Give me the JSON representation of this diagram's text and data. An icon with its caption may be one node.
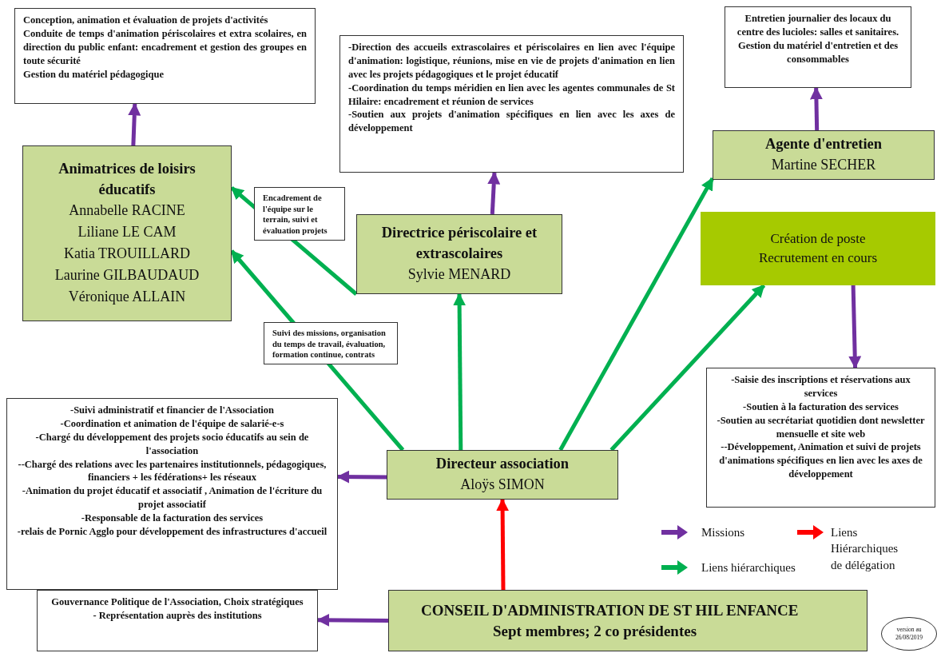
{
  "diagram": {
    "nodes": [
      {
        "text": [
          "Conception, animation et évaluation de projets d'activités",
          "Conduite de temps d'animation périscolaires et extra scolaires, en direction du public enfant: encadrement et gestion des groupes en toute sécurité",
          "Gestion du matériel pédagogique"
        ]
      },
      {
        "text": [
          "Animatrices de loisirs éducatifs",
          "Annabelle RACINE",
          "Liliane LE CAM",
          "Katia TROUILLARD",
          "Laurine GILBAUDAUD",
          "Véronique ALLAIN"
        ]
      },
      {
        "text": [
          "-Direction des accueils extrascolaires et périscolaires en lien avec l'équipe d'animation: logistique, réunions, mise en vie de projets d'animation en lien avec les projets pédagogiques et le projet éducatif",
          "-Coordination du temps méridien en lien avec les agentes communales de St Hilaire: encadrement et réunion de services",
          "-Soutien aux projets d'animation spécifiques en lien avec les axes de développement"
        ]
      },
      {
        "text": [
          "Directrice périscolaire et extrascolaires",
          "Sylvie MENARD"
        ]
      },
      {
        "text": [
          "Entretien journalier des locaux du centre des lucioles: salles et sanitaires. Gestion du matériel d'entretien et des consommables"
        ]
      },
      {
        "text": [
          "Agente d'entretien",
          "Martine SECHER"
        ]
      },
      {
        "text": [
          "Création de poste",
          "Recrutement en cours"
        ]
      },
      {
        "text": [
          "-Saisie des inscriptions et réservations aux services",
          "-Soutien à la facturation des services",
          "-Soutien au secrétariat quotidien dont newsletter mensuelle et site web",
          "--Développement, Animation et suivi de projets d'animations spécifiques en lien avec les axes de développement"
        ]
      },
      {
        "text": [
          "Directeur association",
          "Aloÿs SIMON"
        ]
      },
      {
        "text": [
          "-Suivi administratif et financier de l'Association",
          "-Coordination et animation de l'équipe de salarié-e-s",
          "-Chargé du développement des projets socio éducatifs au sein de l'association",
          "--Chargé des relations avec les partenaires institutionnels, pédagogiques, financiers + les fédérations+ les réseaux",
          "-Animation du projet éducatif et associatif , Animation de l'écriture du projet associatif",
          "-Responsable de la facturation des services",
          "-relais de Pornic Agglo pour développement des infrastructures d'accueil"
        ]
      },
      {
        "text": [
          "CONSEIL D'ADMINISTRATION DE ST HIL ENFANCE",
          "Sept membres; 2 co présidentes"
        ]
      },
      {
        "text": [
          "Gouvernance Politique de l'Association, Choix stratégiques",
          "- Représentation auprès des institutions"
        ]
      },
      {
        "text": [
          "version au 26/08/2019"
        ]
      }
    ],
    "edges": [
      {
        "from": 1,
        "to": 0,
        "arrow": "to"
      },
      {
        "from": 3,
        "to": 2,
        "arrow": "to"
      },
      {
        "from": 5,
        "to": 4,
        "arrow": "to"
      },
      {
        "from": 6,
        "to": 7,
        "arrow": "to"
      },
      {
        "from": 8,
        "to": 9,
        "arrow": "to"
      },
      {
        "from": 10,
        "to": 11,
        "arrow": "to"
      },
      {
        "from": 10,
        "to": 8,
        "arrow": "to",
        "color": "#ff0000"
      },
      {
        "from": 8,
        "to": 1,
        "arrow": "to",
        "color": "#00b050",
        "label": "Suivi des missions, organisation du temps de travail, évaluation, formation continue, contrats"
      },
      {
        "from": 3,
        "to": 1,
        "arrow": "to",
        "color": "#00b050",
        "label": "Encadrement de l'équipe sur le terrain, suivi et évaluation projets"
      },
      {
        "from": 8,
        "to": 3,
        "arrow": "to",
        "color": "#00b050"
      },
      {
        "from": 8,
        "to": 5,
        "arrow": "to",
        "color": "#00b050"
      },
      {
        "from": 8,
        "to": 6,
        "arrow": "to",
        "color": "#00b050"
      }
    ],
    "legend": [
      {
        "text": "Missions"
      },
      {
        "text": "Liens hiérarchiques"
      },
      {
        "text": "Liens Hiérarchiques de délégation"
      }
    ]
  }
}
